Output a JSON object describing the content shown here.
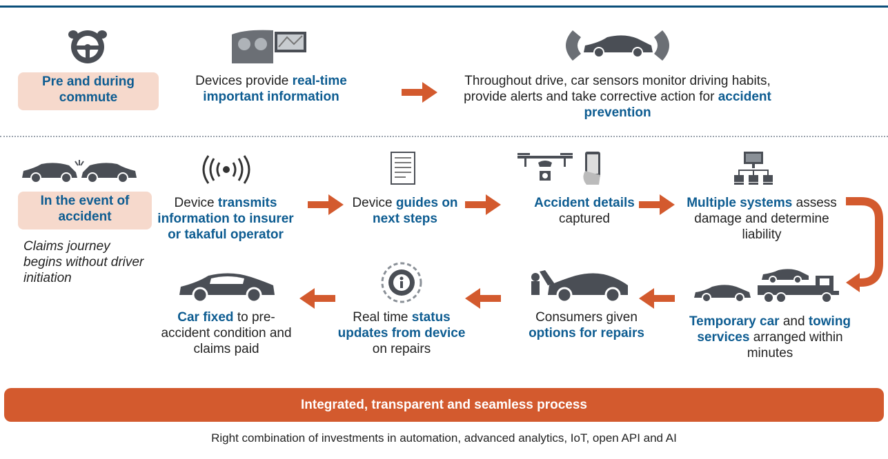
{
  "row1": {
    "stage_label": "Pre and during commute",
    "step1": {
      "pre": "Devices provide ",
      "hl": "real-time important information"
    },
    "step2": {
      "pre": "Throughout drive, car sensors monitor driving habits, provide alerts and take corrective action for ",
      "hl": "accident prevention"
    }
  },
  "row2": {
    "stage_label": "In the event of accident",
    "note": "Claims journey begins without driver initiation",
    "step1": {
      "pre": "Device ",
      "hl": "transmits information to insurer or takaful operator"
    },
    "step2": {
      "pre": "Device ",
      "hl": "guides on next steps"
    },
    "step3": {
      "hl": "Accident details",
      "post": " captured"
    },
    "step4": {
      "hl": "Multiple systems",
      "post": " assess damage and determine liability"
    },
    "step5": {
      "hl1": "Temporary car",
      "mid": " and ",
      "hl2": "towing services",
      "post": " arranged within minutes"
    },
    "step6": {
      "pre": "Consumers given ",
      "hl": "options for repairs"
    },
    "step7": {
      "pre": "Real time ",
      "hl": "status updates from device",
      "post": " on repairs"
    },
    "step8": {
      "hl": "Car fixed",
      "post": " to pre-accident condition and claims paid"
    }
  },
  "banner": "Integrated, transparent and seamless process",
  "footer": "Right combination of investments in automation, advanced analytics, IoT, open API and AI",
  "colors": {
    "accent_orange": "#d35a2e",
    "blue_text": "#0d5c91",
    "pill_bg": "#f6d9cc",
    "icon_gray": "#4a4e55"
  },
  "icons": [
    "steering-wheel-icon",
    "dashboard-display-icon",
    "car-sensor-icon",
    "car-collision-icon",
    "wireless-signal-icon",
    "document-icon",
    "drone-phone-icon",
    "network-computers-icon",
    "sedan-icon",
    "tow-truck-icon",
    "mechanic-car-icon",
    "gear-info-icon",
    "car-fixed-icon"
  ]
}
